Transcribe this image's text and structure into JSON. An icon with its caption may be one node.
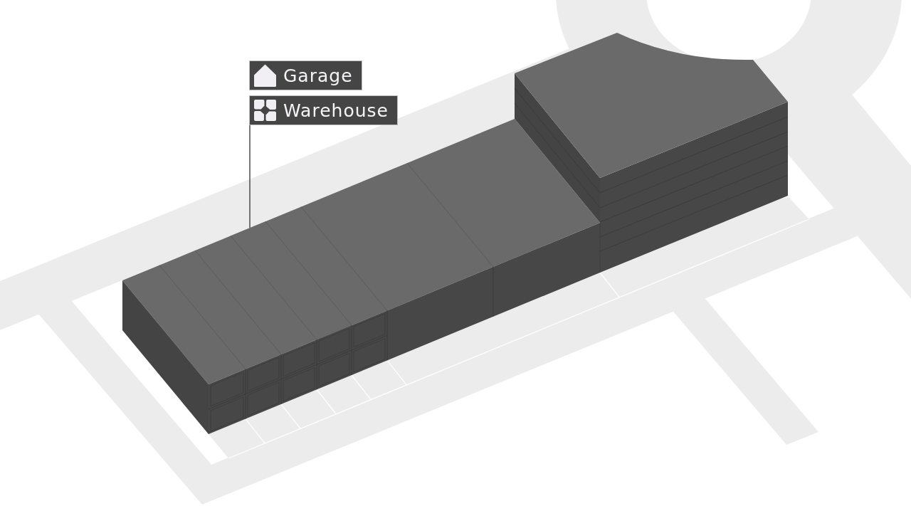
{
  "diagram": {
    "nodes": [
      {
        "text": [
          "Garage"
        ]
      },
      {
        "text": [
          "Warehouse"
        ]
      },
      {
        "text": [],
        "shape": "box"
      }
    ],
    "edges": [
      {
        "from": 1,
        "to": 2,
        "arrow": "none"
      }
    ]
  }
}
